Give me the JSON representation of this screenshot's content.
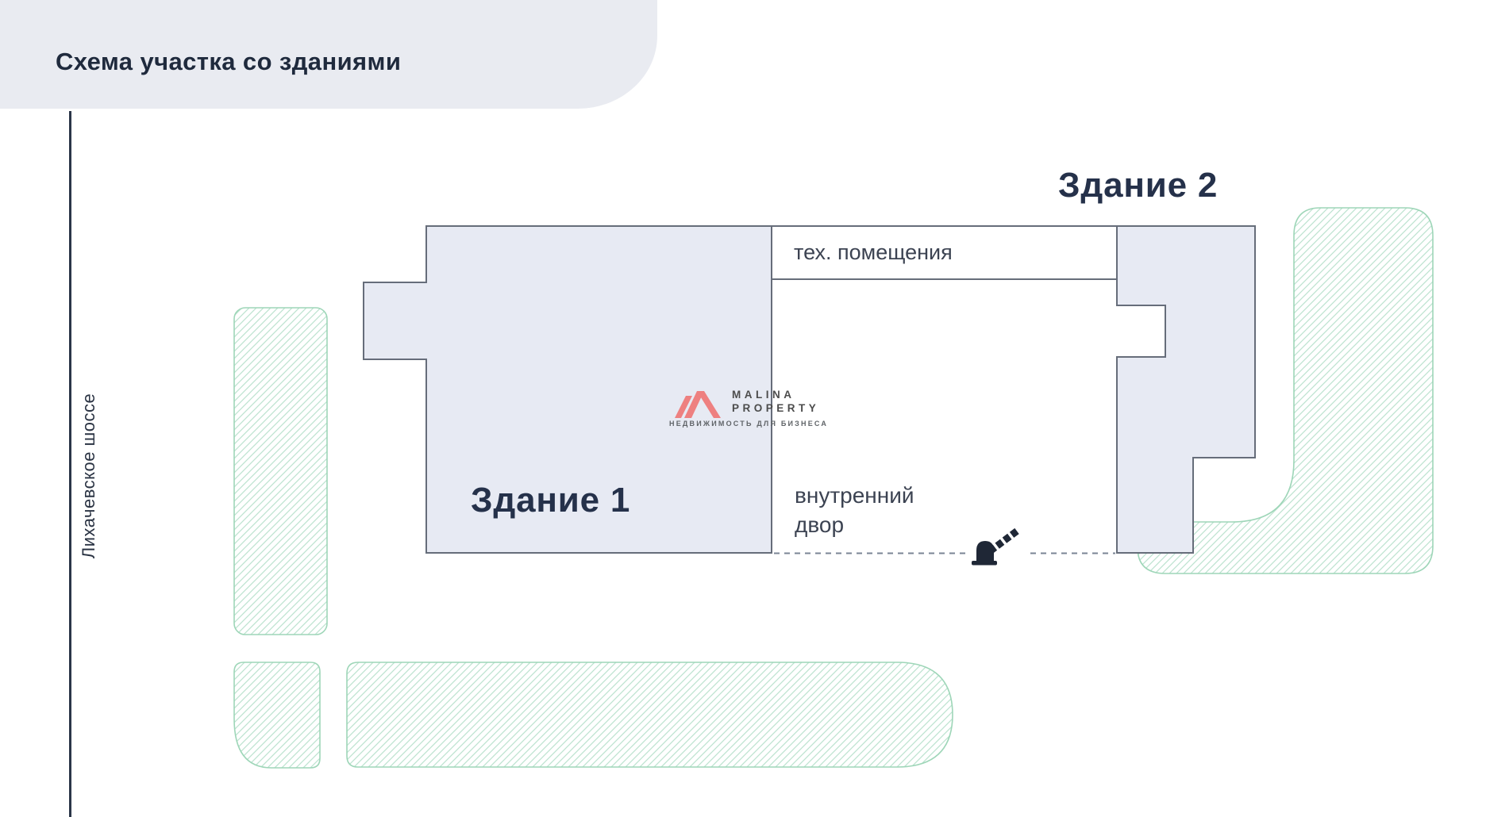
{
  "title": "Схема участка со зданиями",
  "road": {
    "label": "Лихачевское шоссе"
  },
  "plan": {
    "building1_label": "Здание 1",
    "building2_label": "Здание 2",
    "tech_label": "тех. помещения",
    "courtyard_label": "внутренний двор"
  },
  "logo": {
    "name_line1": "MALINA",
    "name_line2": "PROPERTY",
    "tagline": "НЕДВИЖИМОСТЬ ДЛЯ БИЗНЕСА"
  },
  "icons": {
    "barrier": "boom-barrier-icon"
  },
  "colors": {
    "header_bg": "#e9ebf1",
    "building_fill": "#e7eaf3",
    "building_stroke": "#666d7a",
    "title_text": "#1f2a3d",
    "label_text": "#3c4352",
    "building_label_text": "#25314a",
    "green_zone_stroke": "#9ed6b8",
    "green_zone_hatch": "#bce3cf",
    "dashed_line": "#7a8494",
    "road_line": "#2b3648",
    "logo_red": "#ee8080",
    "logo_gray": "#4c4c4c"
  }
}
